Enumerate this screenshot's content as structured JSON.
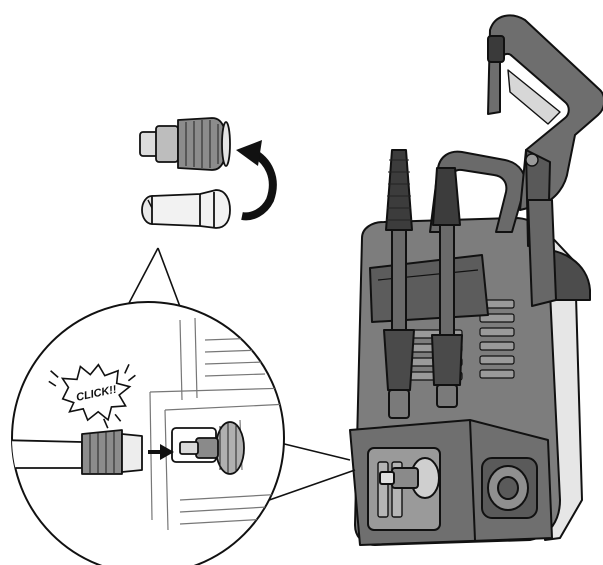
{
  "callout": {
    "click_text": "CLICK!!"
  },
  "colors": {
    "line": "#111111",
    "machine_dark": "#5a5a5a",
    "machine_mid": "#7d7d7d",
    "machine_light": "#b5b5b5",
    "panel_light": "#e6e6e6",
    "background": "#ffffff"
  },
  "icons": {
    "rotation": "curved-arrow-clockwise",
    "insert": "arrow-right"
  }
}
